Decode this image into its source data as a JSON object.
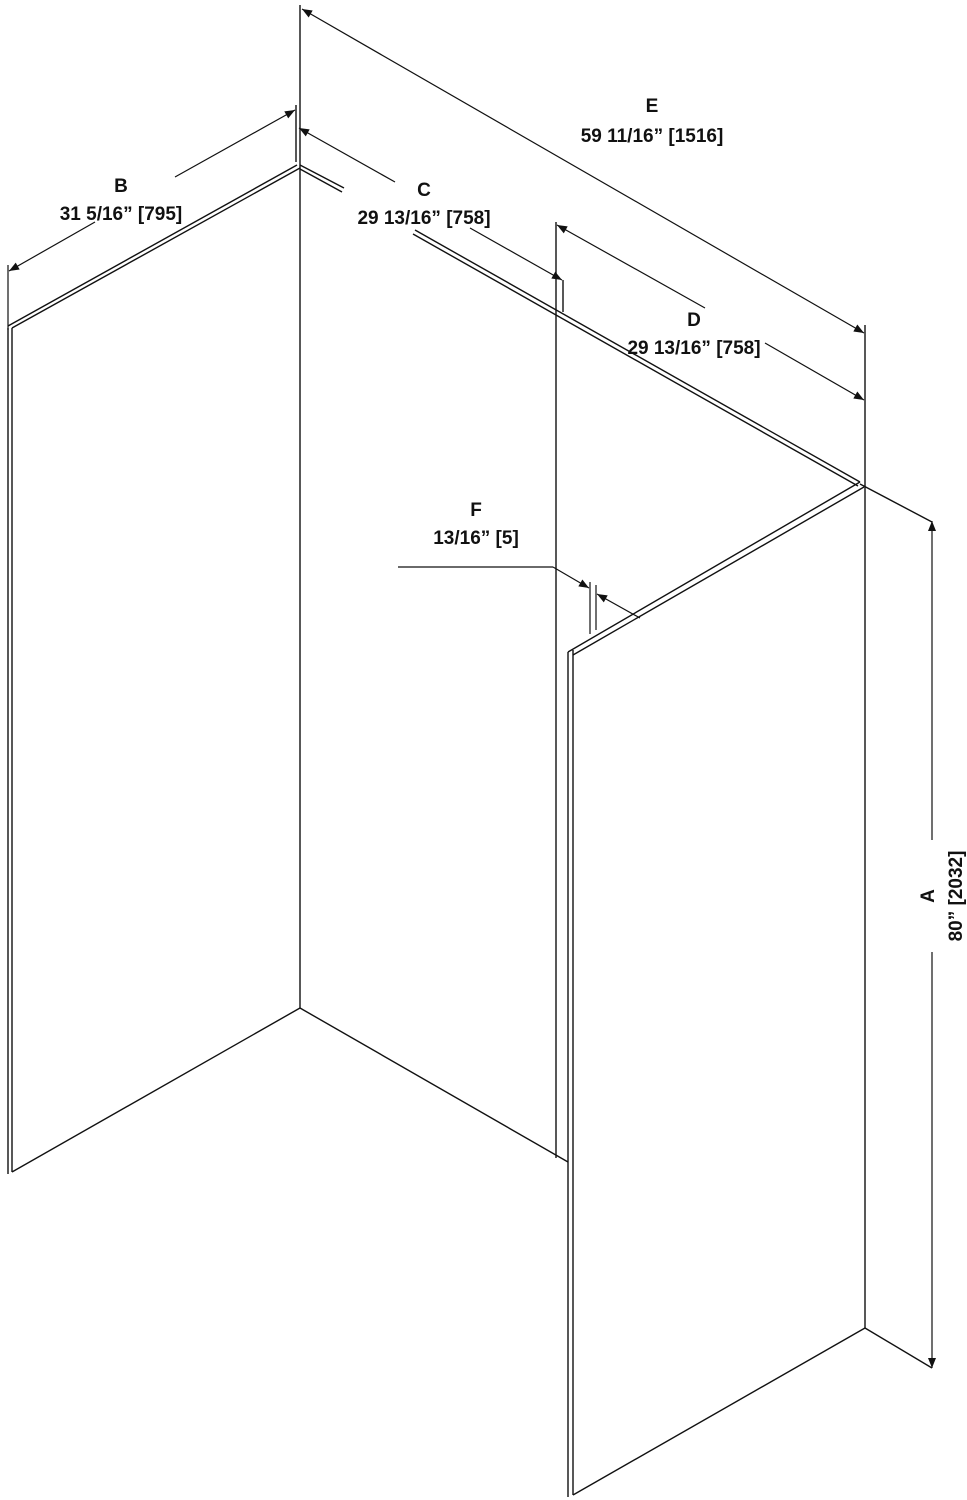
{
  "dimensions": {
    "A": {
      "letter": "A",
      "value": "80” [2032]"
    },
    "B": {
      "letter": "B",
      "value": "31 5/16” [795]"
    },
    "C": {
      "letter": "C",
      "value": "29 13/16” [758]"
    },
    "D": {
      "letter": "D",
      "value": "29 13/16” [758]"
    },
    "E": {
      "letter": "E",
      "value": "59 11/16” [1516]"
    },
    "F": {
      "letter": "F",
      "value": "13/16” [5]"
    }
  },
  "colors": {
    "line": "#111111",
    "background": "#ffffff"
  }
}
